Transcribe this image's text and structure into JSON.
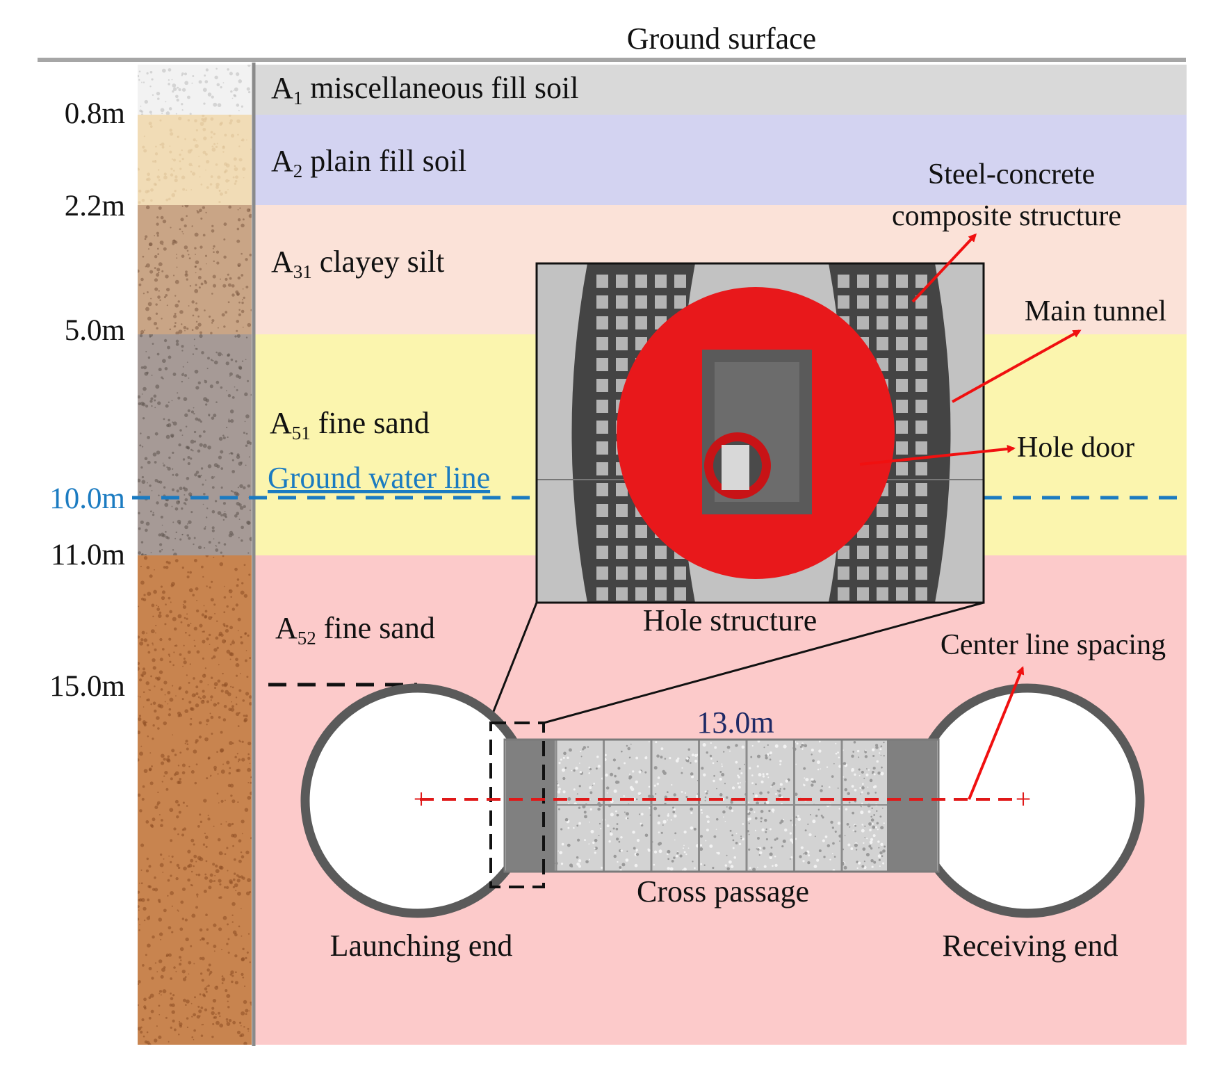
{
  "ground_surface_label": "Ground surface",
  "layers": [
    {
      "prefix": "A",
      "sub": "1",
      "name": " miscellaneous fill soil",
      "color": "#d9d9d9",
      "texture": "#f2f2f2",
      "speck": "#bcbcbc"
    },
    {
      "prefix": "A",
      "sub": "2",
      "name": " plain fill soil",
      "color": "#d3d3f1",
      "texture": "#f1dcb6",
      "speck": "#ddc196"
    },
    {
      "prefix": "A",
      "sub": "31",
      "name": " clayey silt",
      "color": "#fbe2d8",
      "texture": "#c9a586",
      "speck": "#7b5a42"
    },
    {
      "prefix": "A",
      "sub": "51",
      "name": " fine sand",
      "color": "#fbf5ae",
      "texture": "#a69a96",
      "speck": "#5d534f"
    },
    {
      "prefix": "A",
      "sub": "52",
      "name": " fine sand",
      "color": "#fccaca",
      "texture": "#c8844f",
      "speck": "#8d4d22"
    }
  ],
  "depths": [
    {
      "label": "0.8m",
      "value": 0.8
    },
    {
      "label": "2.2m",
      "value": 2.2
    },
    {
      "label": "5.0m",
      "value": 5.0
    },
    {
      "label": "10.0m",
      "value": 10.0,
      "water": true
    },
    {
      "label": "11.0m",
      "value": 11.0
    },
    {
      "label": "15.0m",
      "value": 15.0
    }
  ],
  "water_line": {
    "label": "Ground water line",
    "color": "#1b7bc1"
  },
  "inset": {
    "title": "Hole structure",
    "callouts": {
      "steel_line1": "Steel-concrete",
      "steel_line2": "composite structure",
      "main_tunnel": "Main tunnel",
      "hole_door": "Hole door"
    }
  },
  "section": {
    "cross_passage": "Cross passage",
    "launching": "Launching end",
    "receiving": "Receiving end",
    "spacing_label": "Center line spacing",
    "spacing_value": "13.0m"
  },
  "colors": {
    "arrow": "#f01010",
    "door_red": "#e8181b",
    "spacing_value": "#1f2a66",
    "water": "#1b7bc1"
  }
}
